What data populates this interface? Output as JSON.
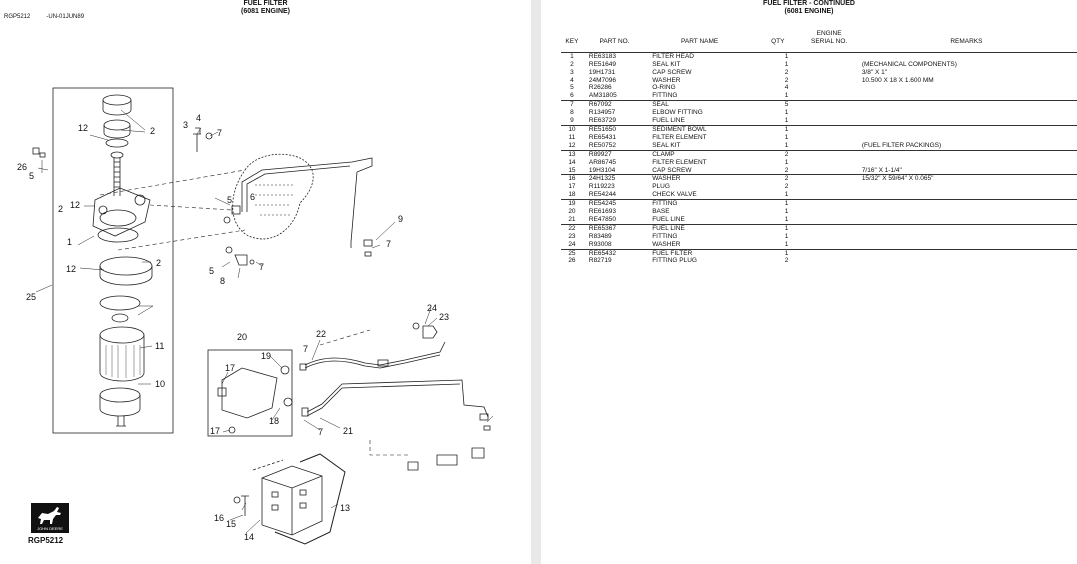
{
  "left_page": {
    "title": "FUEL FILTER",
    "subtitle": "(6081 ENGINE)",
    "ref_code": "RGP5212",
    "ref_date": "-UN-01JUN89",
    "logo_text": "JOHN DEERE",
    "caption": "RGP5212",
    "callouts": [
      "26",
      "5",
      "12",
      "2",
      "1",
      "12",
      "25",
      "3",
      "4",
      "7",
      "6",
      "5",
      "2",
      "12",
      "11",
      "10",
      "9",
      "7",
      "5",
      "8",
      "7",
      "2",
      "24",
      "23",
      "22",
      "20",
      "19",
      "17",
      "18",
      "7",
      "21",
      "17",
      "7",
      "16",
      "15",
      "14",
      "13"
    ]
  },
  "right_page": {
    "title": "FUEL FILTER - CONTINUED",
    "subtitle": "(6081 ENGINE)",
    "headers": {
      "key": "KEY",
      "part_no": "PART NO.",
      "part_name": "PART NAME",
      "qty": "QTY",
      "engine_serial": "ENGINE\nSERIAL NO.",
      "remarks": "REMARKS"
    },
    "rows": [
      {
        "key": "1",
        "part_no": "RE63183",
        "part_name": "FILTER HEAD",
        "qty": "1",
        "remarks": ""
      },
      {
        "key": "2",
        "part_no": "RE51649",
        "part_name": "SEAL KIT",
        "qty": "1",
        "remarks": "(MECHANICAL COMPONENTS)"
      },
      {
        "key": "3",
        "part_no": "19H1731",
        "part_name": "CAP SCREW",
        "qty": "2",
        "remarks": "3/8\" X 1\""
      },
      {
        "key": "4",
        "part_no": "24M7096",
        "part_name": "WASHER",
        "qty": "2",
        "remarks": "10.500 X 18 X 1.600 MM"
      },
      {
        "key": "5",
        "part_no": "R26286",
        "part_name": "O-RING",
        "qty": "4",
        "remarks": ""
      },
      {
        "key": "6",
        "part_no": "AM31805",
        "part_name": "FITTING",
        "qty": "1",
        "remarks": ""
      },
      {
        "key": "7",
        "part_no": "R67092",
        "part_name": "SEAL",
        "qty": "5",
        "remarks": ""
      },
      {
        "key": "8",
        "part_no": "R134957",
        "part_name": "ELBOW FITTING",
        "qty": "1",
        "remarks": ""
      },
      {
        "key": "9",
        "part_no": "RE63729",
        "part_name": "FUEL LINE",
        "qty": "1",
        "remarks": ""
      },
      {
        "key": "10",
        "part_no": "RE51650",
        "part_name": "SEDIMENT BOWL",
        "qty": "1",
        "remarks": ""
      },
      {
        "key": "11",
        "part_no": "RE65431",
        "part_name": "FILTER ELEMENT",
        "qty": "1",
        "remarks": ""
      },
      {
        "key": "12",
        "part_no": "RE50752",
        "part_name": "SEAL KIT",
        "qty": "1",
        "remarks": "(FUEL FILTER PACKINGS)"
      },
      {
        "key": "13",
        "part_no": "R89927",
        "part_name": "CLAMP",
        "qty": "2",
        "remarks": ""
      },
      {
        "key": "14",
        "part_no": "AR86745",
        "part_name": "FILTER ELEMENT",
        "qty": "1",
        "remarks": ""
      },
      {
        "key": "15",
        "part_no": "19H3104",
        "part_name": "CAP SCREW",
        "qty": "2",
        "remarks": "7/16\" X 1-1/4\""
      },
      {
        "key": "16",
        "part_no": "24H1325",
        "part_name": "WASHER",
        "qty": "2",
        "remarks": "15/32\" X 59/64\" X 0.065\""
      },
      {
        "key": "17",
        "part_no": "R119223",
        "part_name": "PLUG",
        "qty": "2",
        "remarks": ""
      },
      {
        "key": "18",
        "part_no": "RE54244",
        "part_name": "CHECK VALVE",
        "qty": "1",
        "remarks": ""
      },
      {
        "key": "19",
        "part_no": "RE54245",
        "part_name": "FITTING",
        "qty": "1",
        "remarks": ""
      },
      {
        "key": "20",
        "part_no": "RE61693",
        "part_name": "BASE",
        "qty": "1",
        "remarks": ""
      },
      {
        "key": "21",
        "part_no": "RE47850",
        "part_name": "FUEL LINE",
        "qty": "1",
        "remarks": ""
      },
      {
        "key": "22",
        "part_no": "RE65367",
        "part_name": "FUEL LINE",
        "qty": "1",
        "remarks": ""
      },
      {
        "key": "23",
        "part_no": "R83489",
        "part_name": "FITTING",
        "qty": "1",
        "remarks": ""
      },
      {
        "key": "24",
        "part_no": "R93008",
        "part_name": "WASHER",
        "qty": "1",
        "remarks": ""
      },
      {
        "key": "25",
        "part_no": "RE65432",
        "part_name": "FUEL FILTER",
        "qty": "1",
        "remarks": ""
      },
      {
        "key": "26",
        "part_no": "R82719",
        "part_name": "FITTING PLUG",
        "qty": "2",
        "remarks": ""
      }
    ]
  }
}
